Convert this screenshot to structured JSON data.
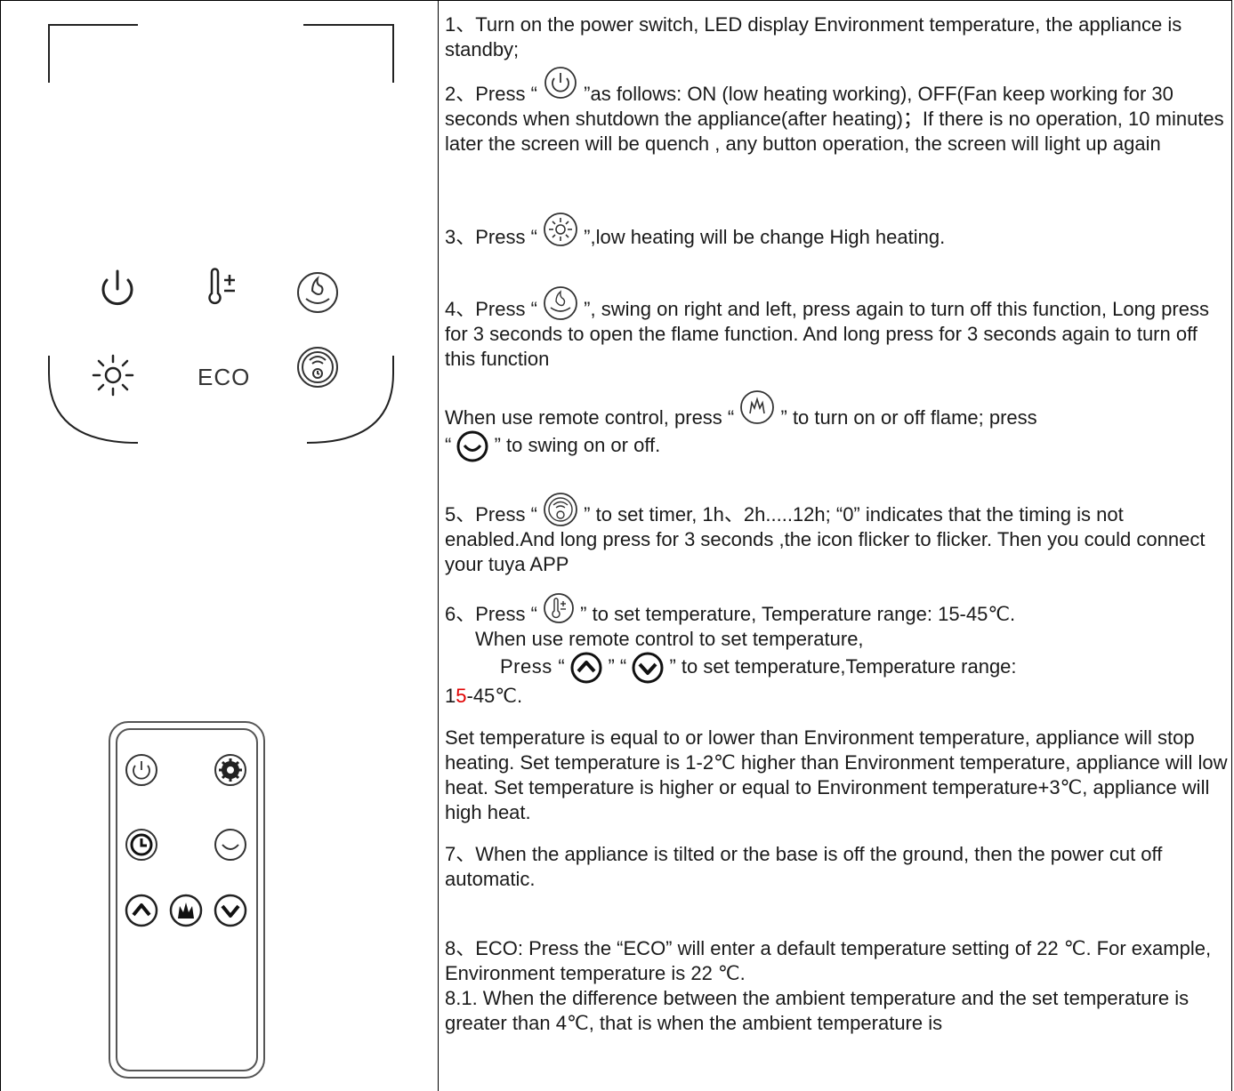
{
  "panel": {
    "eco_label": "ECO"
  },
  "instructions": {
    "p1": "1、Turn on the power switch, LED display Environment temperature, the appliance is standby;",
    "p2_a": "2、Press “",
    "p2_b": "”as follows: ON (low heating working), OFF(Fan keep working for 30 seconds when shutdown the appliance(after heating)；If there is no operation, 10 minutes later the screen will be quench , any button operation, the screen will light up again",
    "p3_a": "3、Press “",
    "p3_b": "”,low heating will be change High heating.",
    "p4_a": "4、Press “",
    "p4_b": "”, swing on right and left, press again to turn off this function, Long press for 3 seconds to open the flame function. And long press for 3 seconds again to turn off this function",
    "p_remote_a": "When use remote control, press “",
    "p_remote_b": "” to turn on or off flame; press",
    "p_remote_c": "“",
    "p_remote_d": "” to swing on or off.",
    "p5_a": "5、Press “",
    "p5_b": "” to set timer, 1h、2h.....12h;   “0” indicates that the timing is not enabled.And long press for 3 seconds ,the icon flicker to flicker. Then you could connect your tuya APP",
    "p6_a": "6、Press “",
    "p6_b": "” to set temperature, Temperature range: 15-45℃.",
    "p6_c": "When use remote control to set temperature,",
    "p6_d": "Press  “",
    "p6_e": "”   “",
    "p6_f": "” to set temperature,Temperature range:",
    "p6_g1": "1",
    "p6_g2": "5",
    "p6_g3": "-45℃.",
    "p_set": "Set temperature is equal to or lower than Environment temperature, appliance will stop heating.   Set temperature is 1-2℃ higher than Environment temperature, appliance will low heat.   Set temperature is higher or equal to Environment temperature+3℃, appliance will high heat.",
    "p7": "7、When the appliance is tilted or the base is off the ground, then the power cut off automatic.",
    "p8": "8、ECO: Press the “ECO” will enter a default temperature setting of 22 ℃. For example, Environment temperature is 22 ℃.",
    "p81": "8.1. When the difference between the ambient temperature and the set temperature is greater than 4℃, that is when the ambient temperature is"
  },
  "colors": {
    "border": "#000000",
    "text": "#1a1a1a",
    "highlight": "#e00000",
    "icon_stroke": "#333333"
  },
  "icons": [
    "power-icon",
    "thermometer-plus-icon",
    "flame-swing-icon",
    "sun-icon",
    "wifi-timer-icon",
    "clock-icon",
    "swing-icon",
    "up-arrow-icon",
    "down-arrow-icon",
    "flame-icon",
    "fan-icon"
  ]
}
